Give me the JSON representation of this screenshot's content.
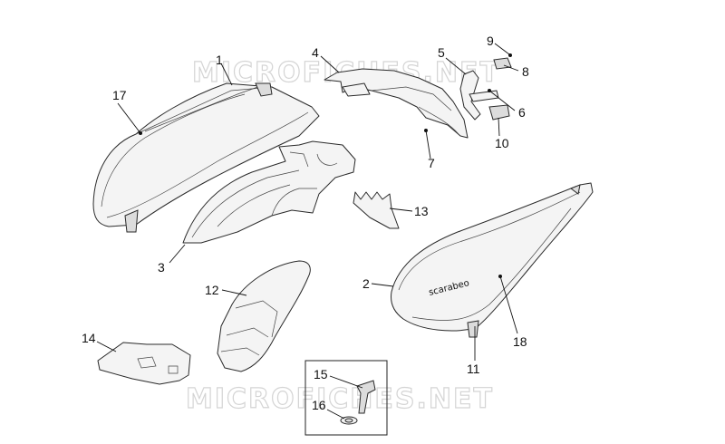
{
  "watermark": "MICROFICHES.NET",
  "brand_text": "scarabeo",
  "callouts": {
    "p1": "1",
    "p2": "2",
    "p3": "3",
    "p4": "4",
    "p5": "5",
    "p6": "6",
    "p7": "7",
    "p8": "8",
    "p9": "9",
    "p10": "10",
    "p11": "11",
    "p12": "12",
    "p13": "13",
    "p14": "14",
    "p15": "15",
    "p16": "16",
    "p17": "17",
    "p18": "18"
  }
}
